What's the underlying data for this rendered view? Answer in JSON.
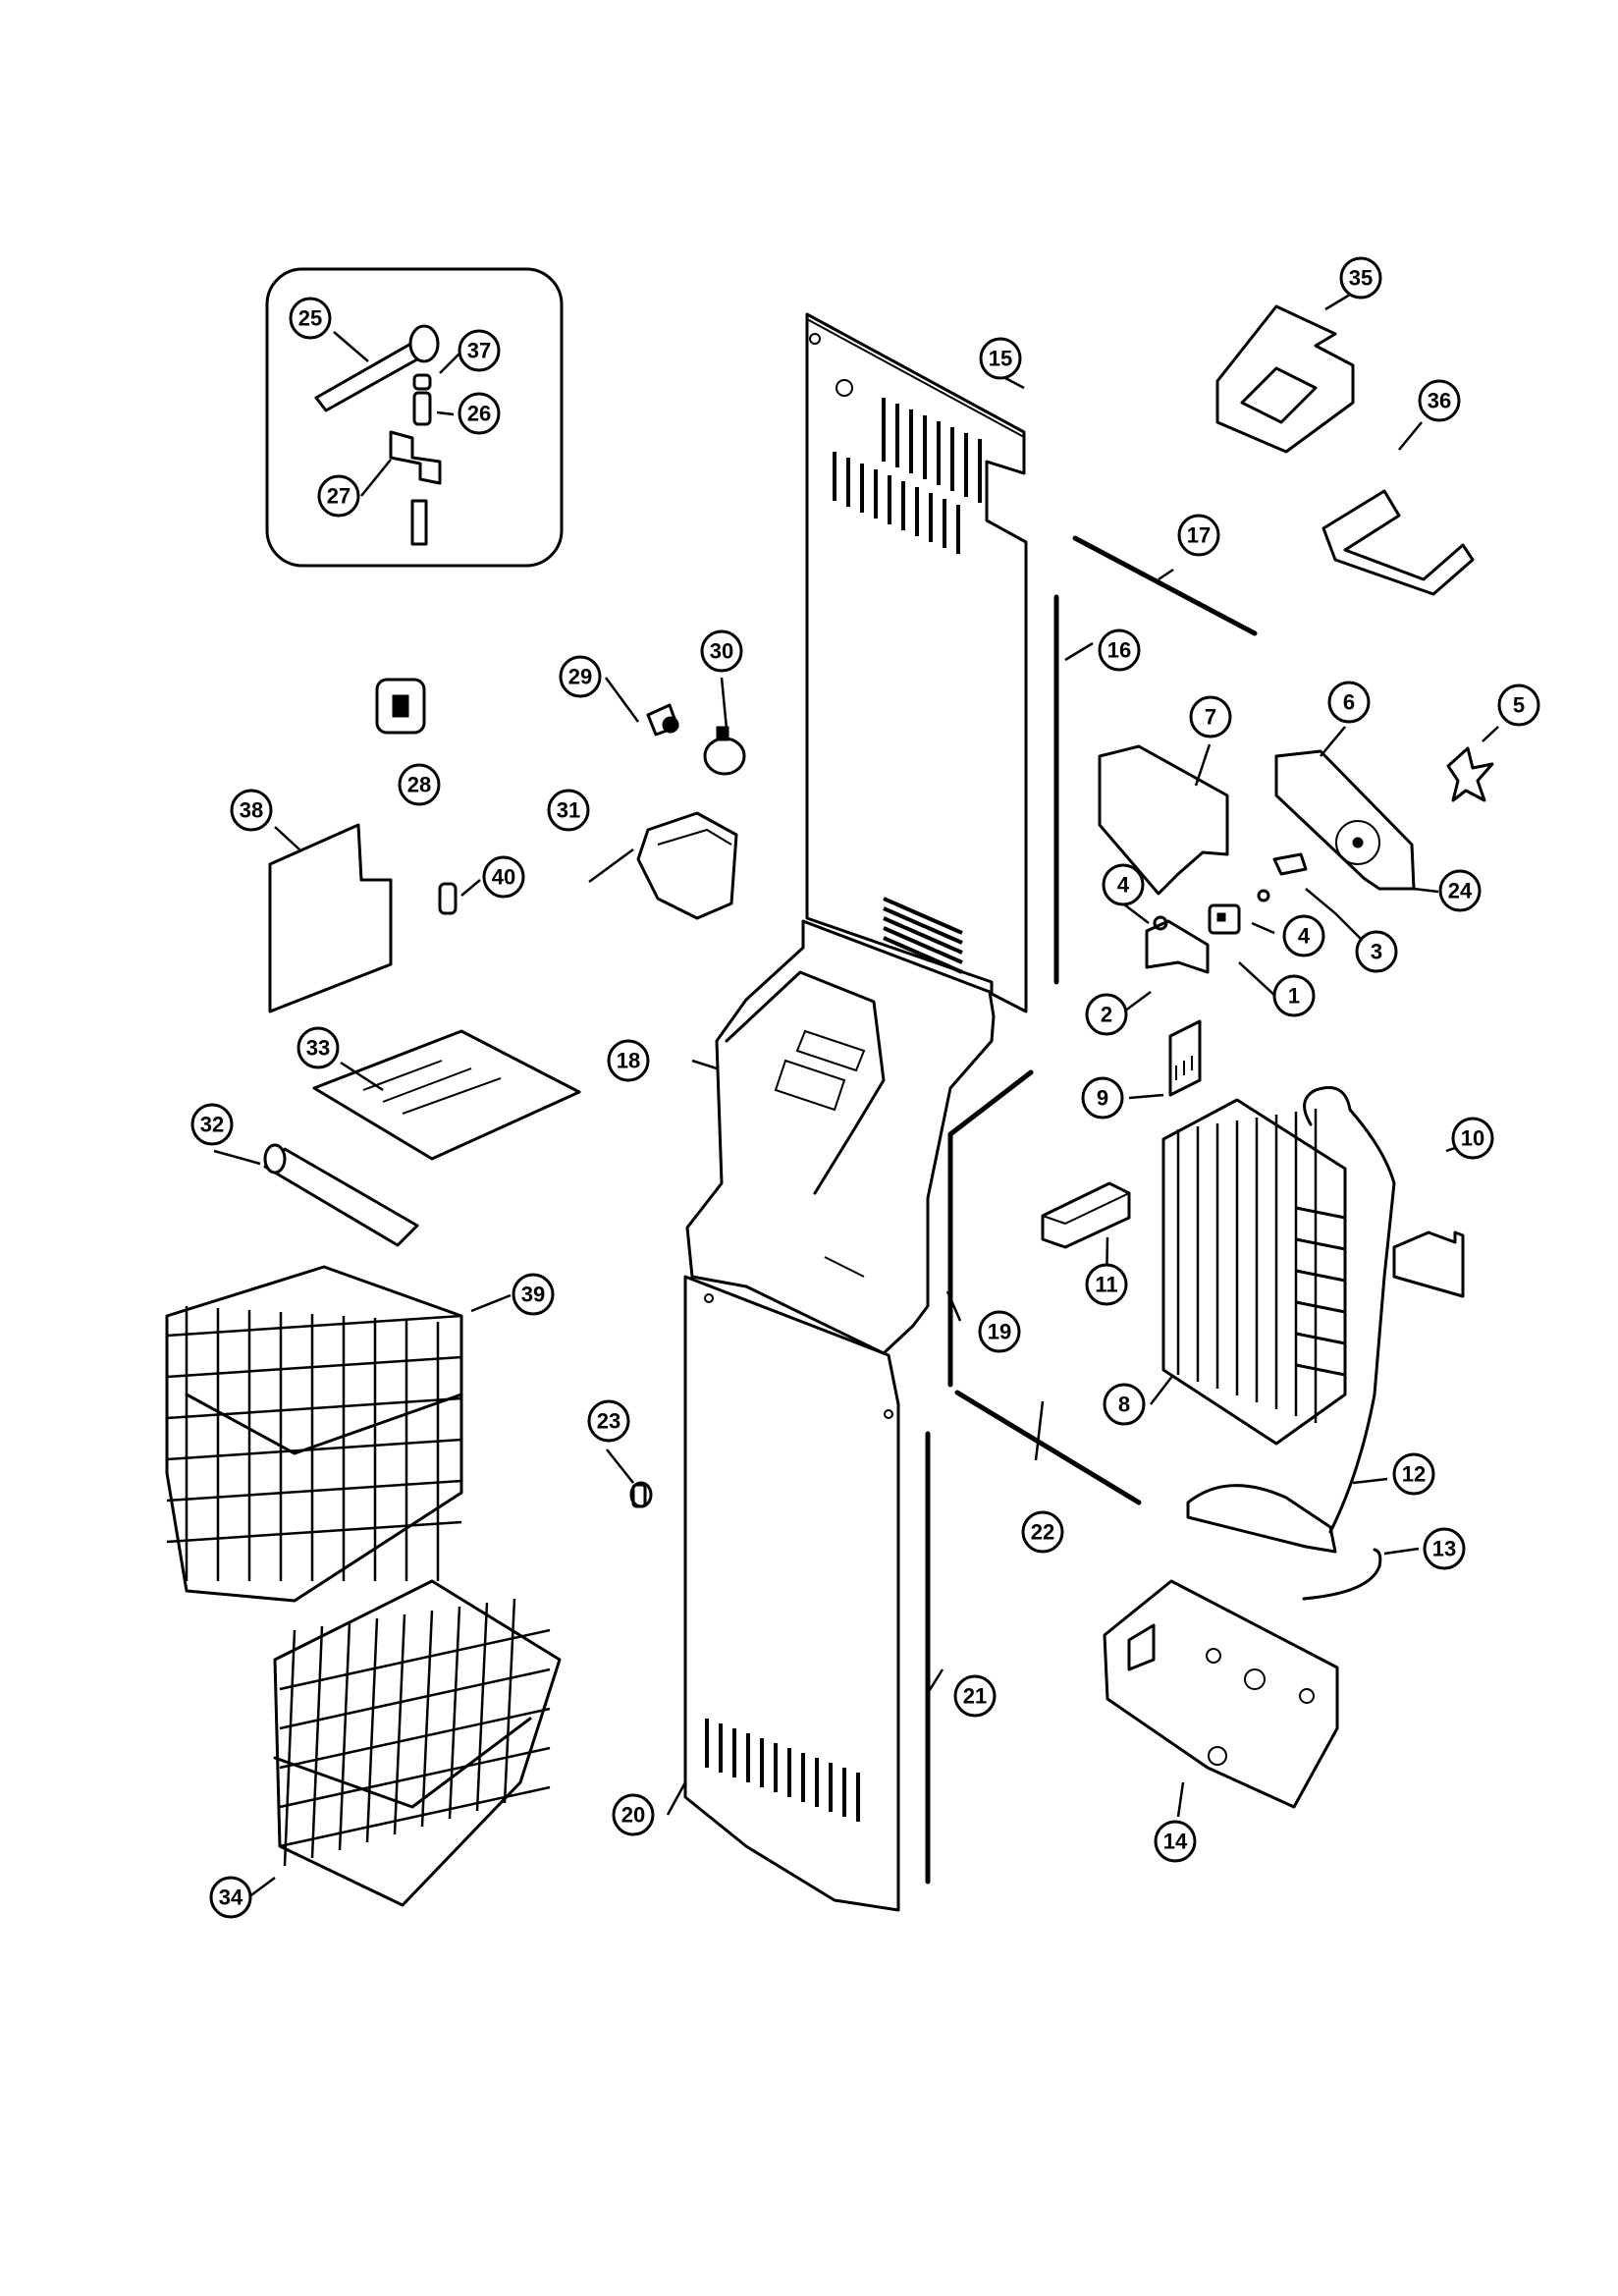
{
  "callouts": [
    {
      "id": "1",
      "label": "1"
    },
    {
      "id": "2",
      "label": "2"
    },
    {
      "id": "3",
      "label": "3"
    },
    {
      "id": "4a",
      "label": "4"
    },
    {
      "id": "4b",
      "label": "4"
    },
    {
      "id": "5",
      "label": "5"
    },
    {
      "id": "6",
      "label": "6"
    },
    {
      "id": "7",
      "label": "7"
    },
    {
      "id": "8",
      "label": "8"
    },
    {
      "id": "9",
      "label": "9"
    },
    {
      "id": "10",
      "label": "10"
    },
    {
      "id": "11",
      "label": "11"
    },
    {
      "id": "12",
      "label": "12"
    },
    {
      "id": "13",
      "label": "13"
    },
    {
      "id": "14",
      "label": "14"
    },
    {
      "id": "15",
      "label": "15"
    },
    {
      "id": "16",
      "label": "16"
    },
    {
      "id": "17",
      "label": "17"
    },
    {
      "id": "18",
      "label": "18"
    },
    {
      "id": "19",
      "label": "19"
    },
    {
      "id": "20",
      "label": "20"
    },
    {
      "id": "21",
      "label": "21"
    },
    {
      "id": "22",
      "label": "22"
    },
    {
      "id": "23",
      "label": "23"
    },
    {
      "id": "24",
      "label": "24"
    },
    {
      "id": "25",
      "label": "25"
    },
    {
      "id": "26",
      "label": "26"
    },
    {
      "id": "27",
      "label": "27"
    },
    {
      "id": "28",
      "label": "28"
    },
    {
      "id": "29",
      "label": "29"
    },
    {
      "id": "30",
      "label": "30"
    },
    {
      "id": "31",
      "label": "31"
    },
    {
      "id": "32",
      "label": "32"
    },
    {
      "id": "33",
      "label": "33"
    },
    {
      "id": "34",
      "label": "34"
    },
    {
      "id": "35",
      "label": "35"
    },
    {
      "id": "36",
      "label": "36"
    },
    {
      "id": "37",
      "label": "37"
    },
    {
      "id": "38",
      "label": "38"
    },
    {
      "id": "39",
      "label": "39"
    },
    {
      "id": "40",
      "label": "40"
    }
  ]
}
